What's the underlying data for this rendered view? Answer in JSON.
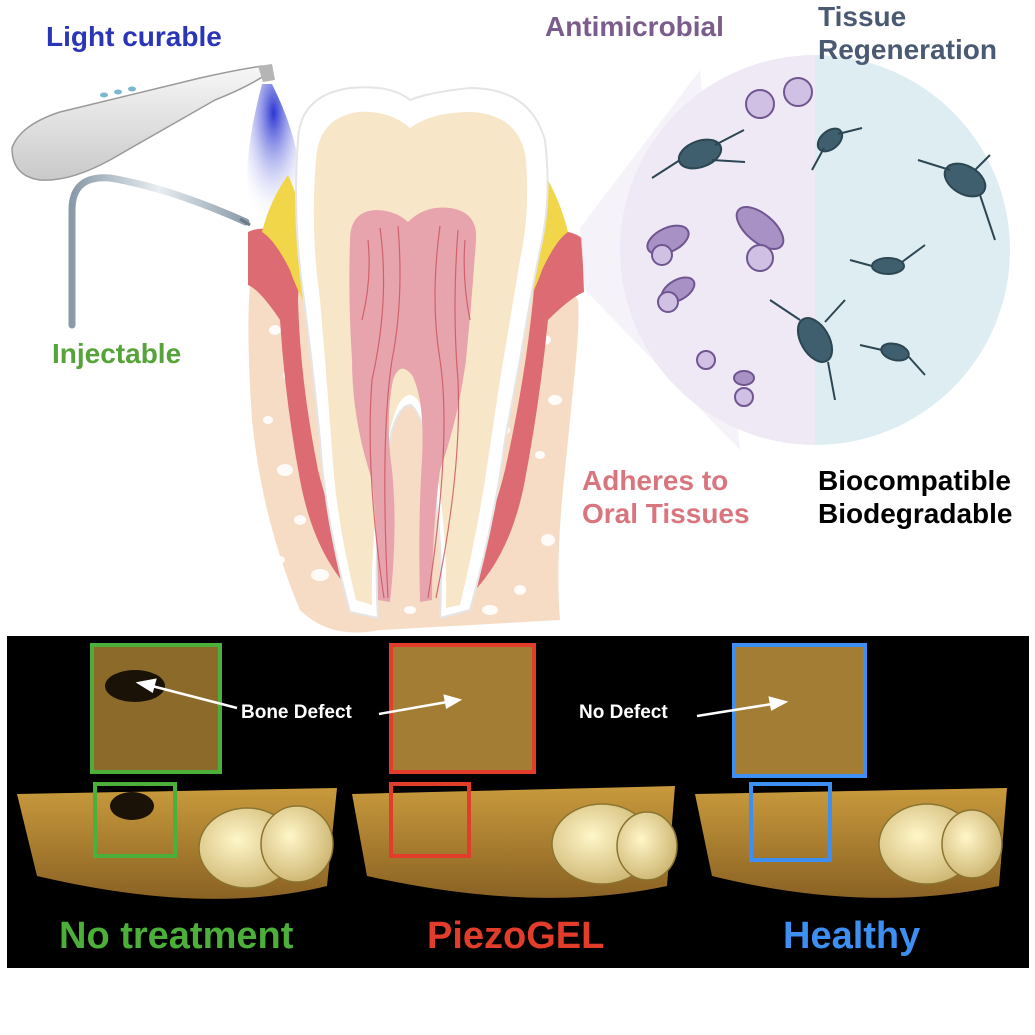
{
  "labels": {
    "light_curable": "Light curable",
    "injectable": "Injectable",
    "antimicrobial": "Antimicrobial",
    "tissue_regeneration": [
      "Tissue",
      "Regeneration"
    ],
    "adheres": [
      "Adheres to",
      "Oral Tissues"
    ],
    "biocompat": [
      "Biocompatible",
      "Biodegradable"
    ]
  },
  "colors": {
    "light_curable": "#2a35b8",
    "injectable": "#56a33a",
    "antimicrobial": "#7a5d8c",
    "tissue_regeneration": "#4a5a72",
    "adheres": "#d9757e",
    "biocompat": "#000000",
    "no_treatment": "#4caf3a",
    "piezogel": "#e23c2a",
    "healthy": "#3d8ff2"
  },
  "panels": [
    {
      "caption": "No treatment",
      "color_key": "no_treatment"
    },
    {
      "caption": "PiezoGEL",
      "color_key": "piezogel"
    },
    {
      "caption": "Healthy",
      "color_key": "healthy"
    }
  ],
  "annotations": {
    "bone_defect": "Bone Defect",
    "no_defect": "No Defect"
  }
}
